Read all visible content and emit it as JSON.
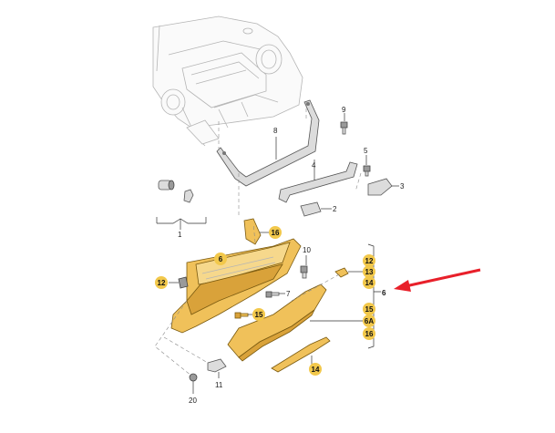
{
  "labels": {
    "p1": "1",
    "p2": "2",
    "p3": "3",
    "p4": "4",
    "p5": "5",
    "p7": "7",
    "p8": "8",
    "p9": "9",
    "p10": "10",
    "p11": "11",
    "p20": "20"
  },
  "badges": {
    "b16a": "16",
    "b6a": "6",
    "b12": "12",
    "b15a": "15",
    "b14a": "14",
    "b12r": "12",
    "b13": "13",
    "b14r": "14",
    "b6r": "6",
    "b15r": "15",
    "b6A": "6A",
    "b16r": "16"
  },
  "colors": {
    "badge": "#f2c84b",
    "arrow": "#e8202a",
    "part_yellow": "#f0c15a"
  }
}
